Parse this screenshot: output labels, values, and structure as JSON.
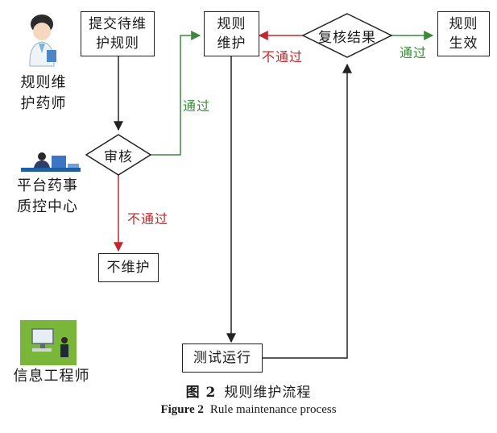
{
  "roles": {
    "pharmacist": "规则维\n护药师",
    "quality_center": "平台药事\n质控中心",
    "engineer": "信息工程师"
  },
  "nodes": {
    "submit": "提交待维\n护规则",
    "review": "审核",
    "not_maintain": "不维护",
    "maintain": "规则\n维护",
    "test_run": "测试运行",
    "recheck": "复核结果",
    "effective": "规则\n生效"
  },
  "edge_labels": {
    "review_pass": "通过",
    "review_fail": "不通过",
    "recheck_fail": "不通过",
    "recheck_pass": "通过"
  },
  "caption": {
    "cn_number": "图 2",
    "cn_title": "规则维护流程",
    "en_number": "Figure 2",
    "en_title": "Rule maintenance process"
  },
  "colors": {
    "pass": "#3a8a3a",
    "fail": "#c0282d",
    "line": "#222222"
  }
}
